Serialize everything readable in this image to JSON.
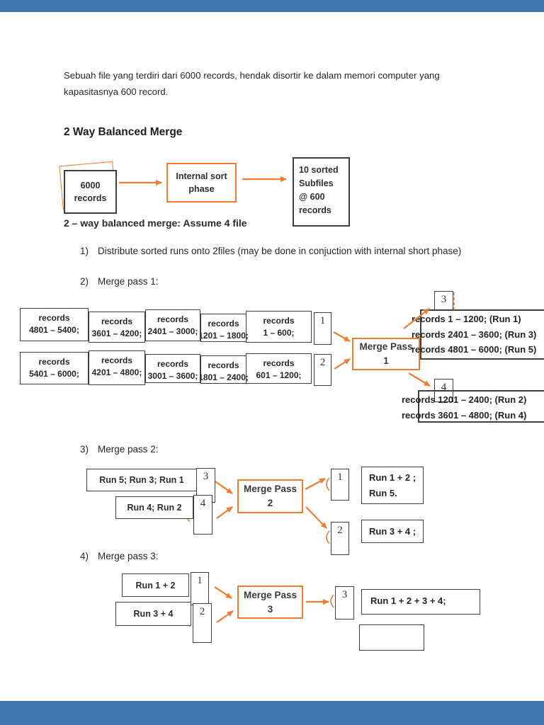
{
  "page": {
    "intro_line1": "Sebuah file yang terdiri dari 6000 records, hendak disortir ke dalam memori computer yang",
    "intro_line2": "kapasitasnya 600 record.",
    "heading": "2 Way Balanced Merge"
  },
  "flow": {
    "source": {
      "line1": "6000",
      "line2": "records"
    },
    "process": {
      "line1": "Internal sort",
      "line2": "phase"
    },
    "output": {
      "line1": "10 sorted",
      "line2": "Subfiles",
      "line3": "@ 600",
      "line4": "records"
    },
    "caption": "2 – way balanced merge: Assume 4 file"
  },
  "steps": [
    {
      "num": "1)",
      "text": "Distribute sorted runs onto 2files (may be done in conjuction with internal short phase)"
    },
    {
      "num": "2)",
      "text": "Merge pass 1:"
    },
    {
      "num": "3)",
      "text": "Merge pass 2:"
    },
    {
      "num": "4)",
      "text": "Merge pass 3:"
    }
  ],
  "pass1": {
    "row1": [
      {
        "line1": "records",
        "line2": "4801 – 5400;"
      },
      {
        "line1": "records",
        "line2": "3601 – 4200;"
      },
      {
        "line1": "records",
        "line2": "2401 – 3000;"
      },
      {
        "line1": "records",
        "line2": "1201 – 1800;"
      },
      {
        "line1": "records",
        "line2": "1 – 600;"
      }
    ],
    "row2": [
      {
        "line1": "records",
        "line2": "5401 – 6000;"
      },
      {
        "line1": "records",
        "line2": "4201 – 4800;"
      },
      {
        "line1": "records",
        "line2": "3001 – 3600;"
      },
      {
        "line1": "records",
        "line2": "1801 – 2400;"
      },
      {
        "line1": "records",
        "line2": "601 – 1200;"
      }
    ],
    "tape_in_1": "1",
    "tape_in_2": "2",
    "merge_line1": "Merge Pass",
    "merge_line2": "1",
    "tape_out_3": "3",
    "out3_lines": [
      "records 1 – 1200; (Run 1)",
      "records 2401 – 3600; (Run 3)",
      "records 4801 – 6000; (Run 5)"
    ],
    "tape_out_4": "4",
    "out4_lines": [
      "records 1201 – 2400; (Run 2)",
      "records 3601 – 4800; (Run 4)"
    ]
  },
  "pass2": {
    "input1": "Run 5; Run 3; Run 1",
    "tape1": "3",
    "input2": "Run 4; Run 2",
    "tape2": "4",
    "merge_line1": "Merge Pass",
    "merge_line2": "2",
    "out_tape1": "1",
    "out1_line1": "Run 1 + 2 ;",
    "out1_line2": "Run 5.",
    "out_tape2": "2",
    "out2": "Run 3 + 4 ;"
  },
  "pass3": {
    "input1": "Run 1 + 2",
    "tape1": "1",
    "input2": "Run 3 + 4",
    "tape2": "2",
    "merge_line1": "Merge Pass",
    "merge_line2": "3",
    "out_tape": "3",
    "out": "Run 1 + 2 + 3 + 4;"
  },
  "colors": {
    "accent_orange": "#ED7D31",
    "border_dark": "#3e3e3e",
    "viewer_bar_blue": "#4377af"
  }
}
